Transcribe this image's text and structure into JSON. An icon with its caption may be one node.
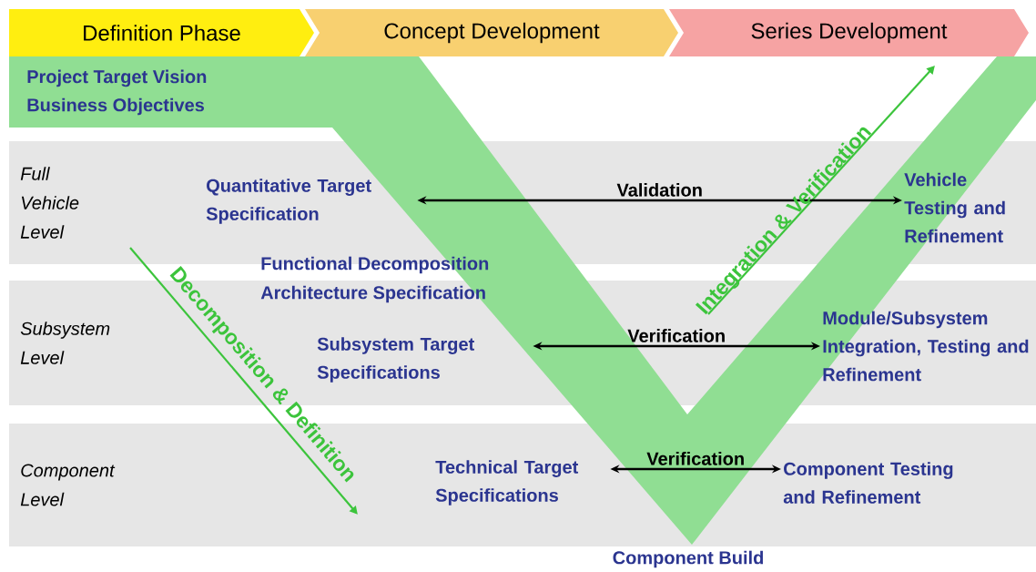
{
  "diagram": {
    "nodes": [
      {
        "text": [
          "Definition Phase"
        ]
      },
      {
        "text": [
          "Concept Development"
        ]
      },
      {
        "text": [
          "Series Development"
        ]
      },
      {
        "text": [
          "Full Vehicle Level"
        ]
      },
      {
        "text": [
          "Subsystem Level"
        ]
      },
      {
        "text": [
          "Component Level"
        ]
      },
      {
        "text": [
          "Quantitative Target Specification"
        ],
        "in": 3
      },
      {
        "text": [
          "Vehicle Testing and Refinement"
        ],
        "in": 3
      },
      {
        "text": [
          "Subsystem Target Specifications"
        ],
        "in": 4
      },
      {
        "text": [
          "Module/Subsystem Integration, Testing and Refinement"
        ],
        "in": 4
      },
      {
        "text": [
          "Technical Target Specifications"
        ],
        "in": 5
      },
      {
        "text": [
          "Component Testing and Refinement"
        ],
        "in": 5
      }
    ],
    "edges": [
      {
        "from": 6,
        "to": 7,
        "arrow": "both",
        "label": "Validation"
      },
      {
        "from": 8,
        "to": 9,
        "arrow": "both",
        "label": "Verification"
      },
      {
        "from": 10,
        "to": 11,
        "arrow": "both",
        "label": "Verification"
      }
    ],
    "labels": [
      "Project Target Vision",
      "Business Objectives",
      "Functional Decomposition",
      "Architecture Specification",
      "Decomposition & Definition",
      "Integration & Verification",
      "Component Build"
    ]
  }
}
